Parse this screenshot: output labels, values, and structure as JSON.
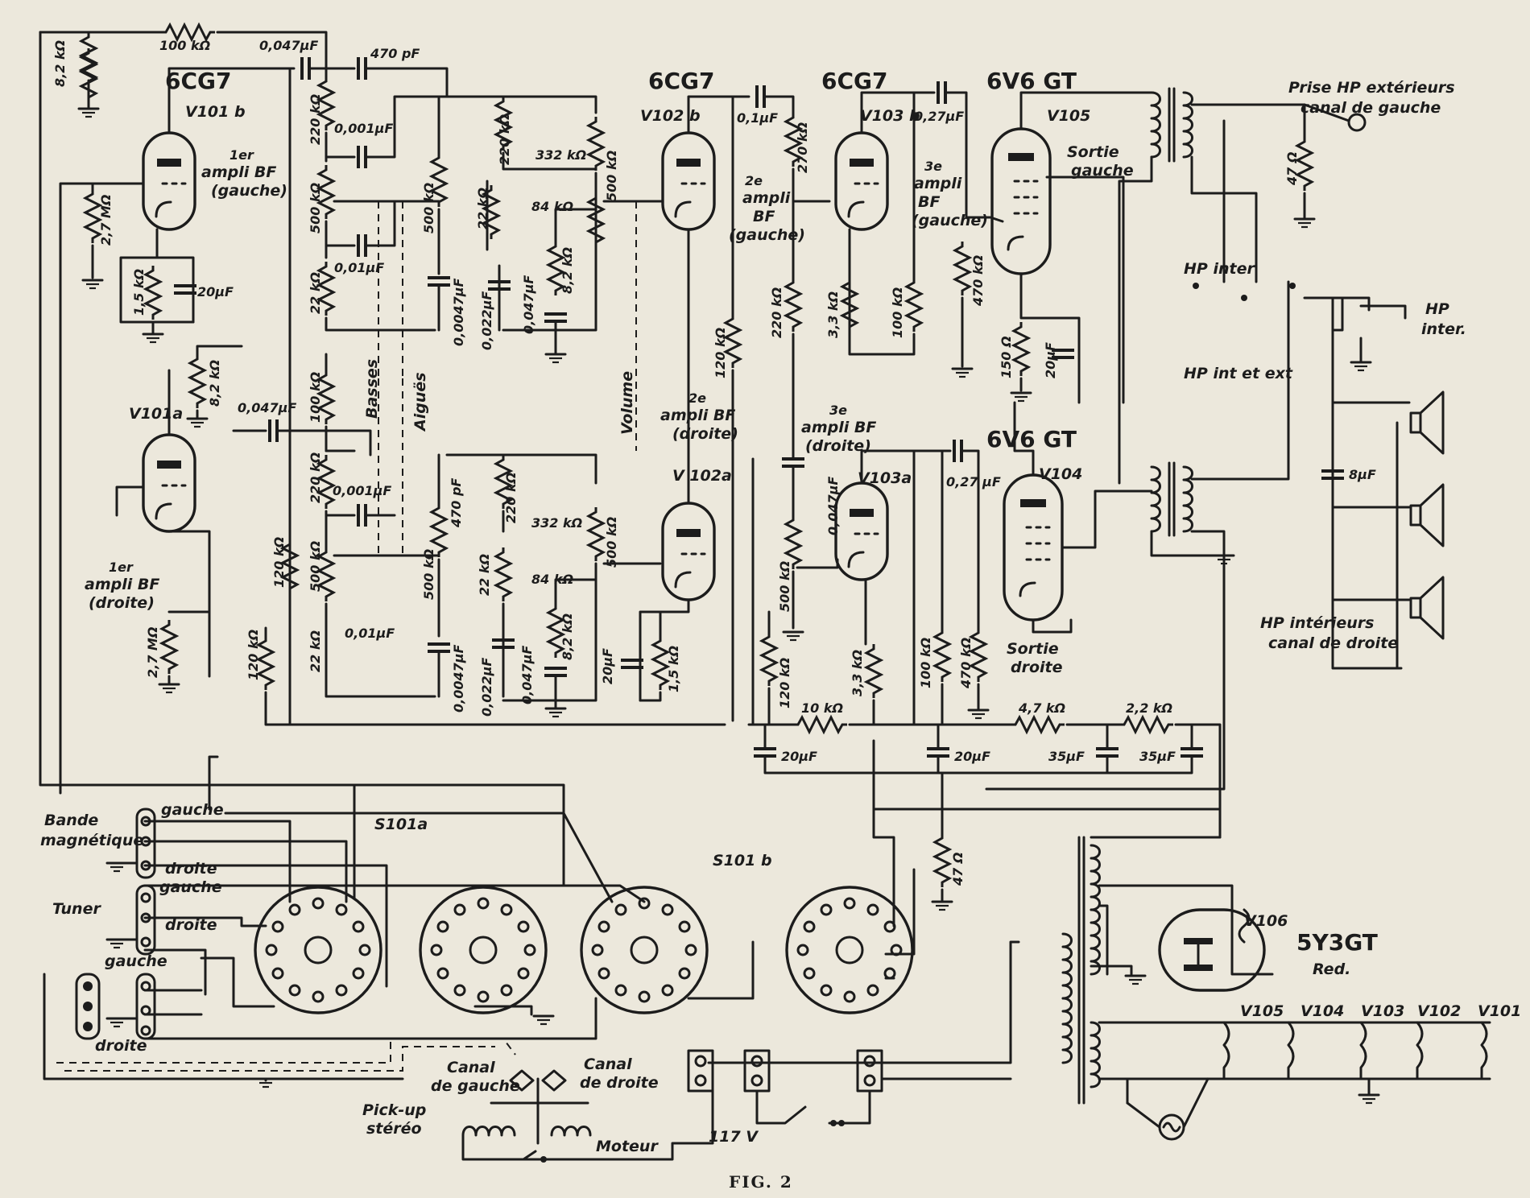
{
  "figure_caption": "FIG. 2",
  "tubes": {
    "v101b_type": "6CG7",
    "v101b_ref": "V101 b",
    "v101a_ref": "V101a",
    "v102_type": "6CG7",
    "v102b_ref": "V102 b",
    "v102a_ref": "V 102a",
    "v103_type": "6CG7",
    "v103b_ref": "V103 b",
    "v103a_ref": "V103a",
    "v105_type": "6V6 GT",
    "v105_ref": "V105",
    "v104_type": "6V6 GT",
    "v104_ref": "V104",
    "v106_type": "5Y3GT",
    "v106_sub": "Red.",
    "v106_ref": "V106"
  },
  "stage_labels": {
    "amp1_left": [
      "1er",
      "ampli BF",
      "(gauche)"
    ],
    "amp1_right": [
      "1er",
      "ampli BF",
      "(droite)"
    ],
    "amp2_left": [
      "2e",
      "ampli",
      "BF",
      "(gauche)"
    ],
    "amp2_right": [
      "2e",
      "ampli BF",
      "(droite)"
    ],
    "amp3_left": [
      "3e",
      "ampli",
      "BF",
      "(gauche)"
    ],
    "amp3_right": [
      "3e",
      "ampli BF",
      "(droite)"
    ],
    "out_left": [
      "Sortie",
      "gauche"
    ],
    "out_right": [
      "Sortie",
      "droite"
    ]
  },
  "controls": {
    "bass": "Basses",
    "treble": "Aiguës",
    "volume": "Volume"
  },
  "components_top": {
    "r_100k": "100 kΩ",
    "r_8k2": "8,2 kΩ",
    "c_047": "0,047μF",
    "c_470p": "470 pF",
    "r_220k": "220 kΩ",
    "c_001": "0,001μF",
    "r_500k_a": "500 kΩ",
    "r_500k_b": "500 kΩ",
    "c_01": "0,01μF",
    "r_22k": "22 kΩ",
    "c_0047": "0,0047μF",
    "r_2m7": "2,7 MΩ",
    "r_1k5": "1,5 kΩ",
    "c_20u": "20μF",
    "r_220k_b": "220 kΩ",
    "r_332k": "332 kΩ",
    "r_500k_c": "500 kΩ",
    "r_84k": "84 kΩ",
    "r_22k_b": "22 kΩ",
    "r_8k2_b": "8,2 kΩ",
    "c_022": "0,022μF",
    "c_047b": "0,047μF",
    "c_01u": "0,1μF",
    "r_270k": "270 kΩ",
    "r_120k": "120 kΩ",
    "r_220k_c": "220 kΩ",
    "c_027": "0,27μF",
    "r_3k3": "3,3 kΩ",
    "r_100k_b": "100 kΩ",
    "r_470k": "470 kΩ",
    "r_150": "150 Ω",
    "c_20u_b": "20μF",
    "r_47": "47 Ω"
  },
  "components_bottom": {
    "r_8k2": "8,2 kΩ",
    "c_047": "0,047μF",
    "r_100k": "100 kΩ",
    "r_220k": "220 kΩ",
    "c_001": "0,001μF",
    "c_470p": "470 pF",
    "r_500k_a": "500 kΩ",
    "r_500k_b": "500 kΩ",
    "r_120k": "120 kΩ",
    "r_120k_b": "120 kΩ",
    "c_01": "0,01μF",
    "r_22k": "22 kΩ",
    "c_0047": "0,0047μF",
    "r_2m7": "2,7 MΩ",
    "r_220k_b": "220 kΩ",
    "r_22k_b": "22 kΩ",
    "r_332k": "332 kΩ",
    "r_500k_c": "500 kΩ",
    "r_84k": "84 kΩ",
    "r_8k2_b": "8,2 kΩ",
    "c_022": "0,022μF",
    "c_047b": "0,047μF",
    "c_20u": "20μF",
    "r_1k5": "1,5 kΩ",
    "c_047c": "0,047μF",
    "r_500k_d": "500 kΩ",
    "r_120k_c": "120 kΩ",
    "r_3k3": "3,3 kΩ",
    "c_027": "0,27 μF",
    "r_100k_b": "100 kΩ",
    "r_470k": "470 kΩ"
  },
  "power_supply": {
    "r_10k": "10 kΩ",
    "r_4k7": "4,7 kΩ",
    "r_2k2": "2,2 kΩ",
    "c1": "20μF",
    "c2": "20μF",
    "c3": "35μF",
    "c4": "35μF",
    "r_47": "47 Ω"
  },
  "speakers": {
    "ext_left": [
      "Prise HP extérieurs",
      "canal de gauche"
    ],
    "hp_inter_switch": "HP inter",
    "hp_int_ext": "HP int et ext",
    "hp_inter_jack": [
      "HP",
      "inter."
    ],
    "int_right": [
      "HP intérieurs",
      "canal de droite"
    ],
    "c_8u": "8μF"
  },
  "inputs": {
    "tape": [
      "Bande",
      "magnétique"
    ],
    "tuner": "Tuner",
    "gauche": "gauche",
    "droite": "droite",
    "switch_a": "S101a",
    "switch_b": "S101 b"
  },
  "pickup": {
    "canal_gauche": [
      "Canal",
      "de gauche"
    ],
    "canal_droite": [
      "Canal",
      "de droite"
    ],
    "pickup": [
      "Pick-up",
      "stéréo"
    ],
    "motor": "Moteur",
    "mains": "117 V"
  },
  "heaters": [
    "V105",
    "V104",
    "V103",
    "V102",
    "V101"
  ]
}
